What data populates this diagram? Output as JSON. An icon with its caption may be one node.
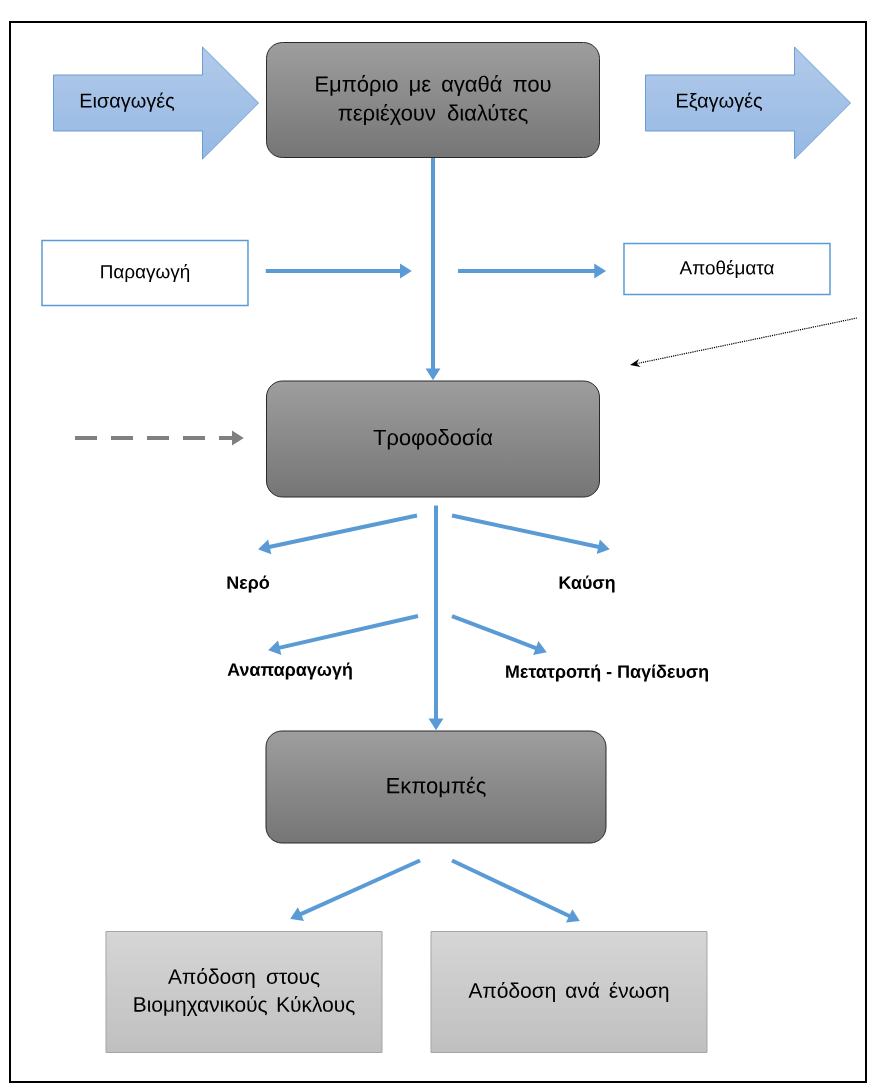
{
  "diagram": {
    "nodes": [
      {
        "text": [
          "Εισαγωγές"
        ]
      },
      {
        "text": [
          "Εμπόριο με αγαθά που περιέχουν διαλύτες"
        ]
      },
      {
        "text": [
          "Εξαγωγές"
        ]
      },
      {
        "text": [
          "Παραγωγή"
        ]
      },
      {
        "text": [
          "Αποθέματα"
        ]
      },
      {
        "text": [
          "Τροφοδοσία"
        ]
      },
      {
        "text": [
          "Νερό"
        ]
      },
      {
        "text": [
          "Καύση"
        ]
      },
      {
        "text": [
          "Αναπαραγωγή"
        ]
      },
      {
        "text": [
          "Μετατροπή - Παγίδευση"
        ]
      },
      {
        "text": [
          "Εκπομπές"
        ]
      },
      {
        "text": [
          "Απόδοση στους Βιομηχανικούς Κύκλους"
        ]
      },
      {
        "text": [
          "Απόδοση ανά ένωση"
        ]
      }
    ],
    "edges": [
      {
        "from": 1,
        "to": 5,
        "arrow": "to"
      },
      {
        "from": 3,
        "to": null,
        "arrow": "to"
      },
      {
        "from": null,
        "to": 4,
        "arrow": "to"
      },
      {
        "from": null,
        "to": 5,
        "arrow": "to",
        "style": "dashed",
        "color": "#808080"
      },
      {
        "from": 5,
        "to": 6,
        "arrow": "to"
      },
      {
        "from": 5,
        "to": 7,
        "arrow": "to"
      },
      {
        "from": null,
        "to": 8,
        "arrow": "to"
      },
      {
        "from": null,
        "to": 9,
        "arrow": "to"
      },
      {
        "from": 5,
        "to": 10,
        "arrow": "to"
      },
      {
        "from": 10,
        "to": 11,
        "arrow": "to"
      },
      {
        "from": 10,
        "to": 12,
        "arrow": "to"
      }
    ]
  }
}
